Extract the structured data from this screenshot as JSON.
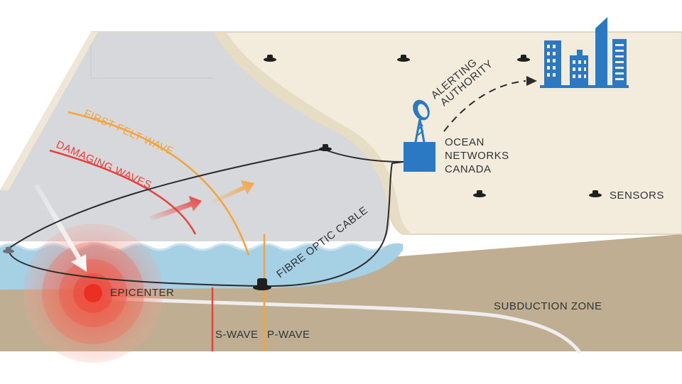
{
  "labels": {
    "first_felt_wave": "FIRST FELT WAVE",
    "damaging_waves": "DAMAGING WAVES",
    "alerting": "ALERTING",
    "authority": "AUTHORITY",
    "ocean": "OCEAN",
    "networks": "NETWORKS",
    "canada": "CANADA",
    "sensors": "SENSORS",
    "fibre_optic_cable": "FIBRE OPTIC CABLE",
    "epicenter": "EPICENTER",
    "subduction_zone": "SUBDUCTION ZONE",
    "s_wave": "S-WAVE",
    "p_wave": "P-WAVE"
  },
  "colors": {
    "first_felt_wave": "#f5a33a",
    "damaging_waves": "#e8403a",
    "water": "#a6d0e4",
    "land": "#f3ecdc",
    "seafloor_sky": "#d7d8dc",
    "earth": "#bfae91",
    "station": "#2b79c2",
    "city": "#2b79c2",
    "epicenter": "#ef5a4c"
  },
  "icons": {
    "sensor": "sensor-disc-icon",
    "station": "radio-dish-tower-icon",
    "city": "city-skyline-icon",
    "arrow": "wave-direction-arrow-icon"
  }
}
